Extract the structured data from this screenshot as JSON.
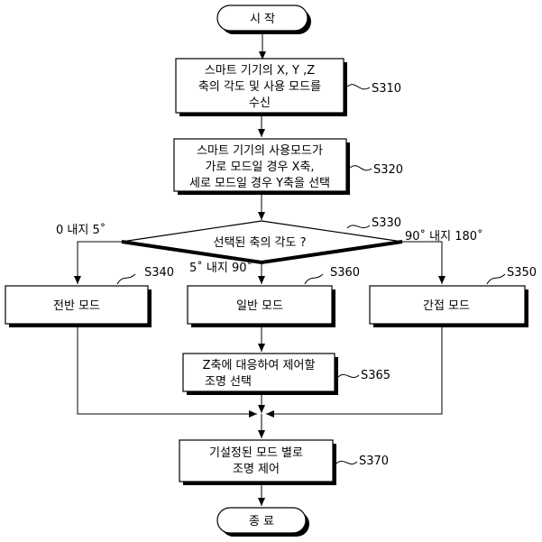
{
  "flowchart": {
    "start": "시 작",
    "end": "종 료",
    "s310": {
      "lines": [
        "스마트 기기의 X, Y ,Z",
        "축의 각도 및 사용 모드를",
        "수신"
      ],
      "step": "S310"
    },
    "s320": {
      "lines": [
        "스마트 기기의 사용모드가",
        "가로 모드일 경우 X축,",
        "세로 모드일 경우 Y축을 선택"
      ],
      "step": "S320"
    },
    "s330": {
      "question": "선택된 축의 각도 ?",
      "step": "S330"
    },
    "branches": {
      "left": "0 내지 5˚",
      "middle": "5˚ 내지 90˚",
      "right": "90˚ 내지 180˚"
    },
    "s340": {
      "label": "전반 모드",
      "step": "S340"
    },
    "s360": {
      "label": "일반 모드",
      "step": "S360"
    },
    "s350": {
      "label": "간접 모드",
      "step": "S350"
    },
    "s365": {
      "lines": [
        "Z축에 대응하여 제어할",
        "조명 선택"
      ],
      "step": "S365"
    },
    "s370": {
      "lines": [
        "기설정된 모드 별로",
        "조명 제어"
      ],
      "step": "S370"
    }
  }
}
